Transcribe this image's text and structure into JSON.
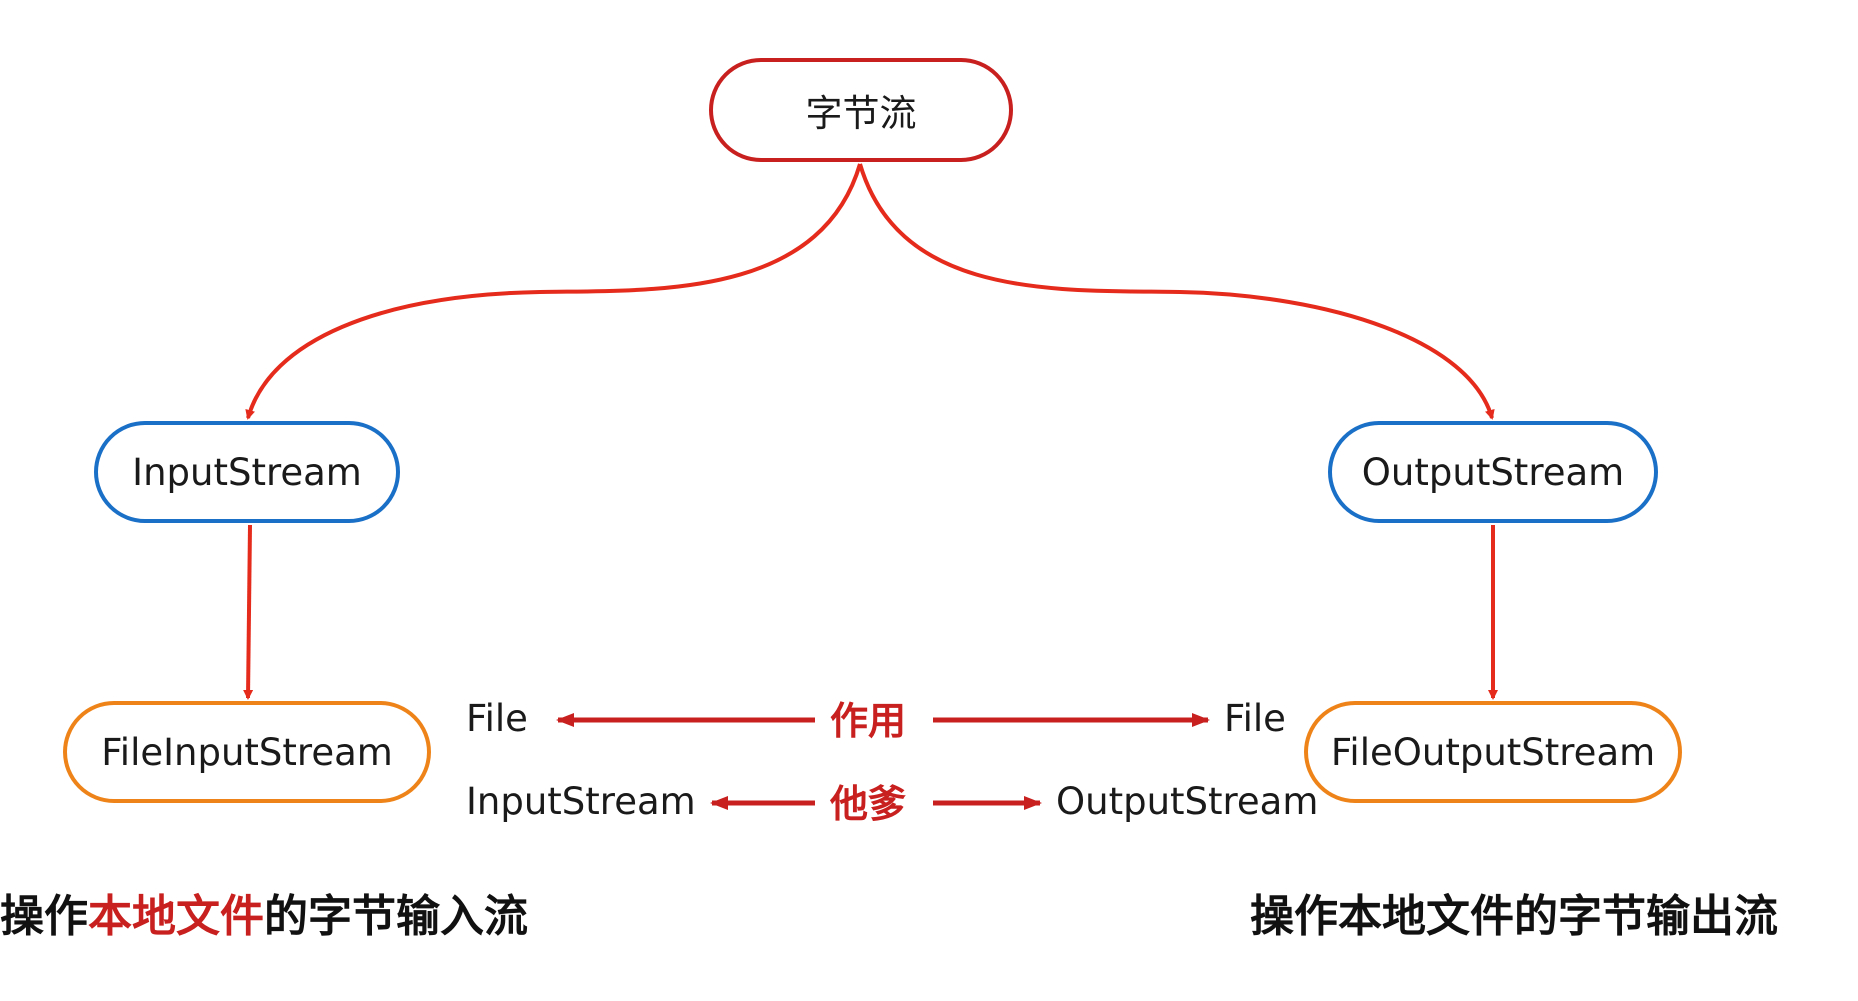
{
  "nodes": {
    "root": "字节流",
    "input_stream": "InputStream",
    "output_stream": "OutputStream",
    "file_input_stream": "FileInputStream",
    "file_output_stream": "FileOutputStream"
  },
  "labels": {
    "file_left": "File",
    "file_right": "File",
    "input_stream": "InputStream",
    "output_stream": "OutputStream",
    "purpose": "作用",
    "others": "他爹"
  },
  "captions": {
    "left": {
      "prefix": "操作",
      "highlight": "本地文件",
      "suffix": "的字节输入流"
    },
    "right": "操作本地文件的字节输出流"
  },
  "colors": {
    "root_border": "#c8201e",
    "level1_border": "#1a6fc7",
    "level2_border": "#ee8419",
    "arrow": "#e52b1c",
    "accent_text": "#c8201e"
  }
}
